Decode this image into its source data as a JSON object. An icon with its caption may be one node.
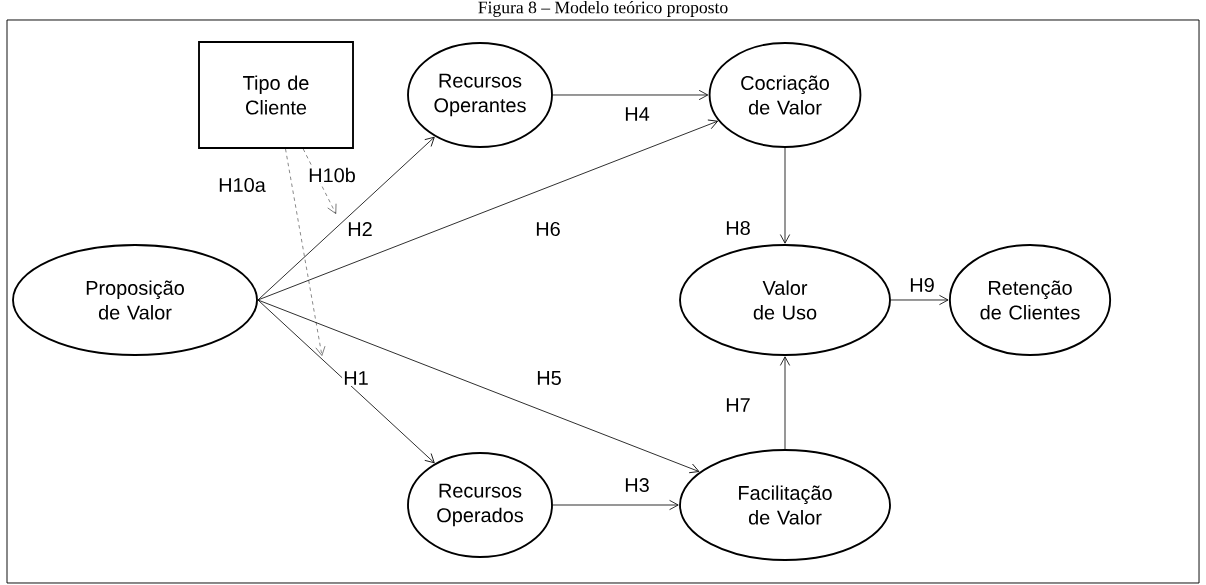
{
  "diagram": {
    "title": "Figura 8 – Modelo teórico proposto",
    "nodes": [
      {
        "text": [
          "Tipo de Cliente"
        ]
      },
      {
        "text": [
          "Recursos Operantes"
        ]
      },
      {
        "text": [
          "Cocriação de Valor"
        ]
      },
      {
        "text": [
          "Proposição de Valor"
        ]
      },
      {
        "text": [
          "Valor de Uso"
        ]
      },
      {
        "text": [
          "Retenção de Clientes"
        ]
      },
      {
        "text": [
          "Recursos Operados"
        ]
      },
      {
        "text": [
          "Facilitação de Valor"
        ]
      }
    ],
    "edges": [
      {
        "from": 3,
        "to": 1,
        "arrow": "to",
        "label": "H2"
      },
      {
        "from": 3,
        "to": 2,
        "arrow": "to",
        "label": "H6"
      },
      {
        "from": 3,
        "to": 6,
        "arrow": "to",
        "label": "H1"
      },
      {
        "from": 3,
        "to": 7,
        "arrow": "to",
        "label": "H5"
      },
      {
        "from": 1,
        "to": 2,
        "arrow": "to",
        "label": "H4"
      },
      {
        "from": 6,
        "to": 7,
        "arrow": "to",
        "label": "H3"
      },
      {
        "from": 2,
        "to": 4,
        "arrow": "to",
        "label": "H8"
      },
      {
        "from": 7,
        "to": 4,
        "arrow": "to",
        "label": "H7"
      },
      {
        "from": 4,
        "to": 5,
        "arrow": "to",
        "label": "H9"
      },
      {
        "from": 0,
        "to": null,
        "arrow": "to",
        "label": "H10a",
        "style": "dashed"
      },
      {
        "from": 0,
        "to": null,
        "arrow": "to",
        "label": "H10b",
        "style": "dashed"
      }
    ]
  }
}
